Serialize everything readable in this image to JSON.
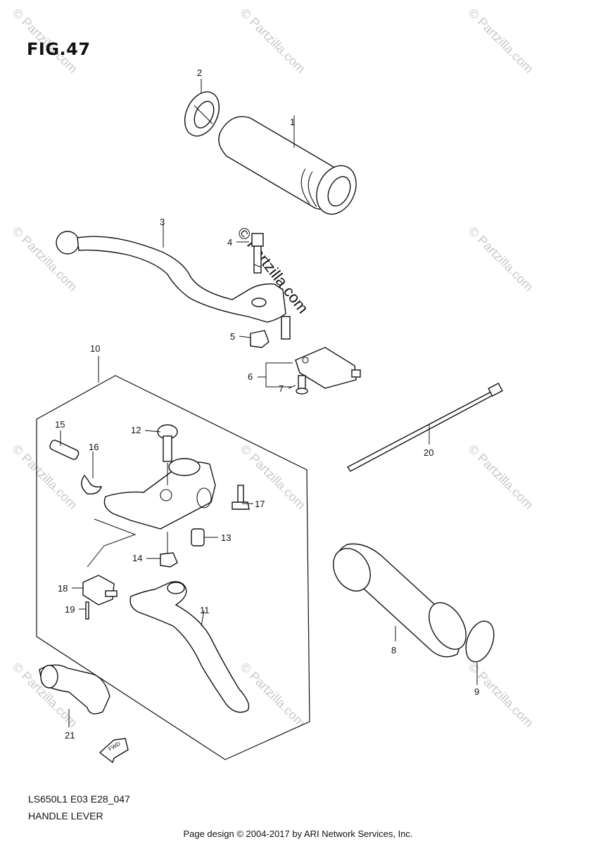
{
  "figure": {
    "title": "FIG.47",
    "model_code": "LS650L1 E03 E28_047",
    "section_name": "HANDLE LEVER",
    "credit": "Page design © 2004-2017 by ARI Network Services, Inc.",
    "watermark_text": "© Partzilla.com",
    "fwd_label": "FWD"
  },
  "callouts": [
    "1",
    "2",
    "3",
    "4",
    "5",
    "6",
    "7",
    "8",
    "9",
    "10",
    "11",
    "12",
    "13",
    "14",
    "15",
    "16",
    "17",
    "18",
    "19",
    "20",
    "21"
  ]
}
